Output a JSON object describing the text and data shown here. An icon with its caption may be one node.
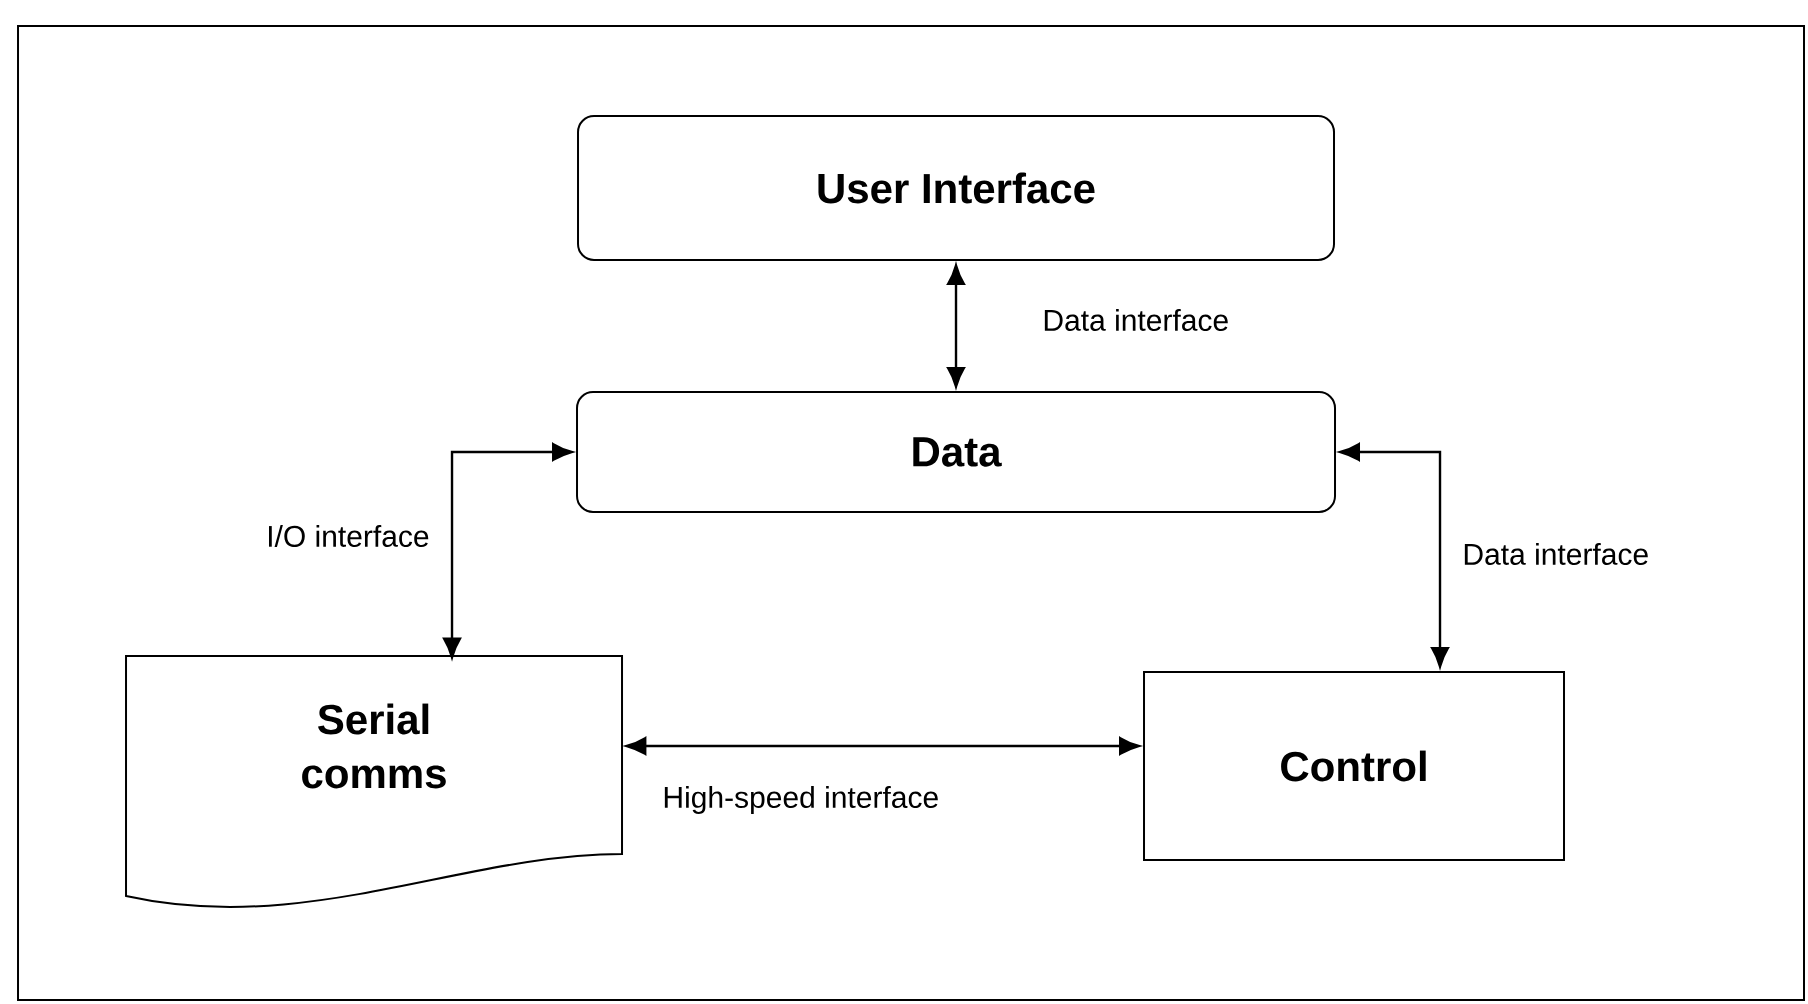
{
  "diagram": {
    "nodes": [
      {
        "text": [
          "User Interface"
        ]
      },
      {
        "text": [
          "Data"
        ]
      },
      {
        "text": [
          "Serial comms"
        ]
      },
      {
        "text": [
          "Control"
        ]
      }
    ],
    "edges": [
      {
        "from": 0,
        "to": 1,
        "arrow": "both",
        "label": "Data interface"
      },
      {
        "from": 1,
        "to": 2,
        "arrow": "both",
        "label": "I/O interface"
      },
      {
        "from": 1,
        "to": 3,
        "arrow": "both",
        "label": "Data interface"
      },
      {
        "from": 2,
        "to": 3,
        "arrow": "both",
        "label": "High-speed interface"
      }
    ]
  }
}
